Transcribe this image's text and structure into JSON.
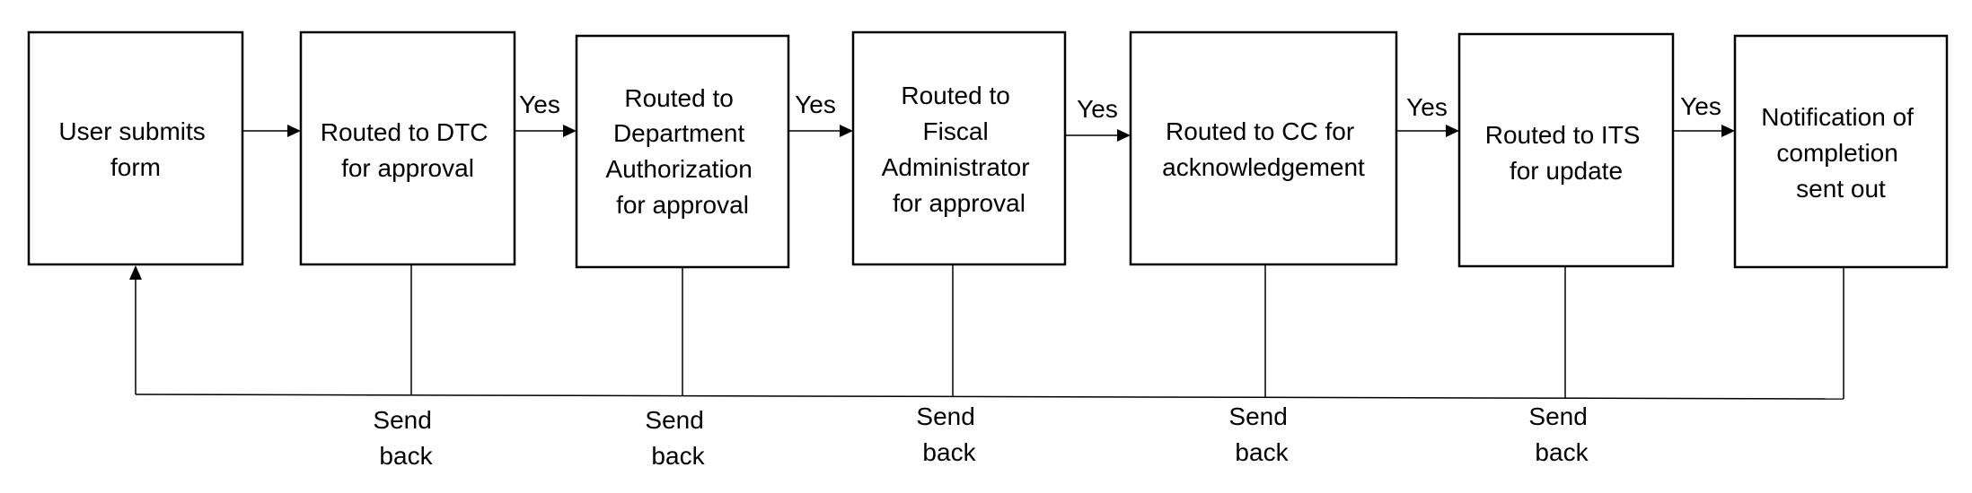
{
  "steps": [
    {
      "lines": [
        "User submits",
        "form"
      ]
    },
    {
      "lines": [
        "Routed to DTC",
        "for approval"
      ]
    },
    {
      "lines": [
        "Routed to",
        "Department",
        "Authorization",
        "for approval"
      ]
    },
    {
      "lines": [
        "Routed to",
        "Fiscal",
        "Administrator",
        "for approval"
      ]
    },
    {
      "lines": [
        "Routed to CC for",
        "acknowledgement"
      ]
    },
    {
      "lines": [
        "Routed to ITS",
        "for update"
      ]
    },
    {
      "lines": [
        "Notification of",
        "completion",
        "sent out"
      ]
    }
  ],
  "connectors": [
    {
      "label": ""
    },
    {
      "label": "Yes"
    },
    {
      "label": "Yes"
    },
    {
      "label": "Yes"
    },
    {
      "label": "Yes"
    },
    {
      "label": "Yes"
    }
  ],
  "send_back": [
    {
      "lines": [
        "Send",
        "back"
      ]
    },
    {
      "lines": [
        "Send",
        "back"
      ]
    },
    {
      "lines": [
        "Send",
        "back"
      ]
    },
    {
      "lines": [
        "Send",
        "back"
      ]
    },
    {
      "lines": [
        "Send",
        "back"
      ]
    }
  ]
}
